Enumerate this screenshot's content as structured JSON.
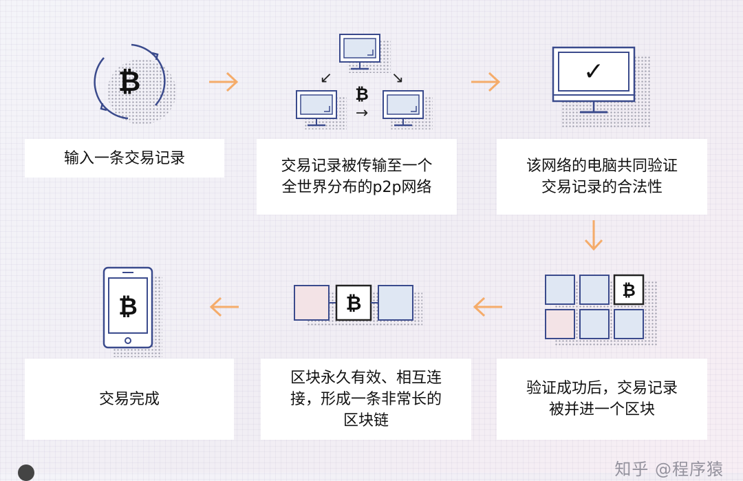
{
  "steps": [
    {
      "id": 1,
      "lines": [
        "输入一条交易记录"
      ]
    },
    {
      "id": 2,
      "lines": [
        "交易记录被传输至一个",
        "全世界分布的p2p网络"
      ]
    },
    {
      "id": 3,
      "lines": [
        "该网络的电脑共同验证",
        "交易记录的合法性"
      ]
    },
    {
      "id": 4,
      "lines": [
        "验证成功后，交易记录",
        "被并进一个区块"
      ]
    },
    {
      "id": 5,
      "lines": [
        "区块永久有效、相互连",
        "接，形成一条非常长的",
        "区块链"
      ]
    },
    {
      "id": 6,
      "lines": [
        "交易完成"
      ]
    }
  ],
  "symbols": {
    "bitcoin": "₿",
    "check": "✓",
    "arrow_down_left": "↙",
    "arrow_down_right": "↘",
    "arrow_right": "→"
  },
  "watermark": "知乎 @程序猿",
  "colors": {
    "accent_arrow": "#f5ac6a",
    "line_blue": "#3a4a8c",
    "fill_blue": "#dfe7f3",
    "fill_pink": "#f3e3e6",
    "text": "#111111",
    "background": "#f1eef4"
  }
}
